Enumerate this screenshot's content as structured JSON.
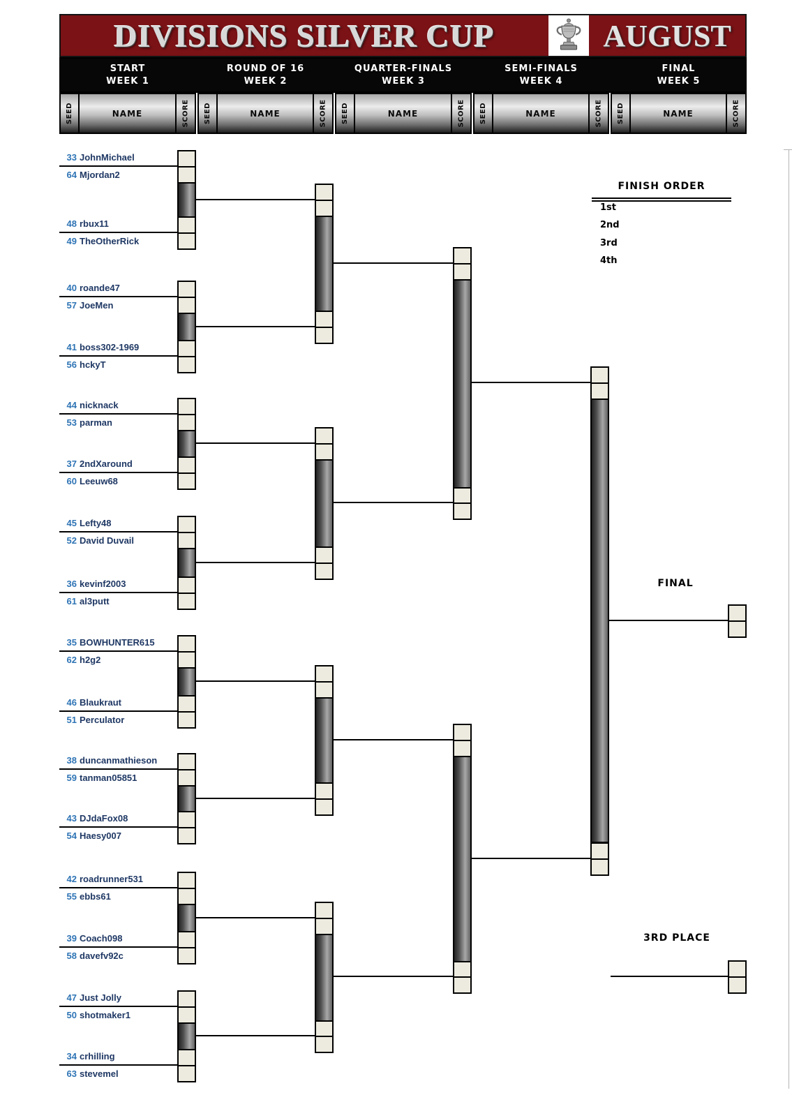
{
  "banner": {
    "title": "DIVISIONS SILVER CUP",
    "month": "AUGUST",
    "trophy_icon": "trophy-icon"
  },
  "columns": [
    {
      "stage": "START",
      "week": "WEEK 1"
    },
    {
      "stage": "ROUND OF 16",
      "week": "WEEK 2"
    },
    {
      "stage": "QUARTER-FINALS",
      "week": "WEEK 3"
    },
    {
      "stage": "SEMI-FINALS",
      "week": "WEEK 4"
    },
    {
      "stage": "FINAL",
      "week": "WEEK 5"
    }
  ],
  "subheaders": {
    "seed": "SEED",
    "name": "NAME",
    "score": "SCORE"
  },
  "finish_order": {
    "title": "FINISH ORDER",
    "places": [
      "1st",
      "2nd",
      "3rd",
      "4th"
    ]
  },
  "labels": {
    "final": "FINAL",
    "third_place": "3RD PLACE"
  },
  "matches": [
    {
      "p1_seed": "33",
      "p1_name": "JohnMichael",
      "p2_seed": "64",
      "p2_name": "Mjordan2"
    },
    {
      "p1_seed": "48",
      "p1_name": "rbux11",
      "p2_seed": "49",
      "p2_name": "TheOtherRick"
    },
    {
      "p1_seed": "40",
      "p1_name": "roande47",
      "p2_seed": "57",
      "p2_name": "JoeMen"
    },
    {
      "p1_seed": "41",
      "p1_name": "boss302-1969",
      "p2_seed": "56",
      "p2_name": "hckyT"
    },
    {
      "p1_seed": "44",
      "p1_name": "nicknack",
      "p2_seed": "53",
      "p2_name": "parman"
    },
    {
      "p1_seed": "37",
      "p1_name": "2ndXaround",
      "p2_seed": "60",
      "p2_name": "Leeuw68"
    },
    {
      "p1_seed": "45",
      "p1_name": "Lefty48",
      "p2_seed": "52",
      "p2_name": "David Duvail"
    },
    {
      "p1_seed": "36",
      "p1_name": "kevinf2003",
      "p2_seed": "61",
      "p2_name": "al3putt"
    },
    {
      "p1_seed": "35",
      "p1_name": "BOWHUNTER615",
      "p2_seed": "62",
      "p2_name": "h2g2"
    },
    {
      "p1_seed": "46",
      "p1_name": "Blaukraut",
      "p2_seed": "51",
      "p2_name": "Perculator"
    },
    {
      "p1_seed": "38",
      "p1_name": "duncanmathieson",
      "p2_seed": "59",
      "p2_name": "tanman05851"
    },
    {
      "p1_seed": "43",
      "p1_name": "DJdaFox08",
      "p2_seed": "54",
      "p2_name": "Haesy007"
    },
    {
      "p1_seed": "42",
      "p1_name": "roadrunner531",
      "p2_seed": "55",
      "p2_name": "ebbs61"
    },
    {
      "p1_seed": "39",
      "p1_name": "Coach098",
      "p2_seed": "58",
      "p2_name": "davefv92c"
    },
    {
      "p1_seed": "47",
      "p1_name": "Just Jolly",
      "p2_seed": "50",
      "p2_name": "shotmaker1"
    },
    {
      "p1_seed": "34",
      "p1_name": "crhilling",
      "p2_seed": "63",
      "p2_name": "stevemel"
    }
  ],
  "scores": {
    "note_all_score_cells_empty": ""
  },
  "colors": {
    "banner_bg": "#7a1216",
    "banner_text": "#d8d8d8",
    "header_band_bg": "#070707",
    "header_text": "#ffffff",
    "seed_text": "#2e74b5",
    "name_text": "#1f3864",
    "score_cell_fill": "#edebdf",
    "line": "#000000",
    "bar_gradient_dark": "#232323",
    "bar_gradient_light": "#a8a8a8"
  }
}
